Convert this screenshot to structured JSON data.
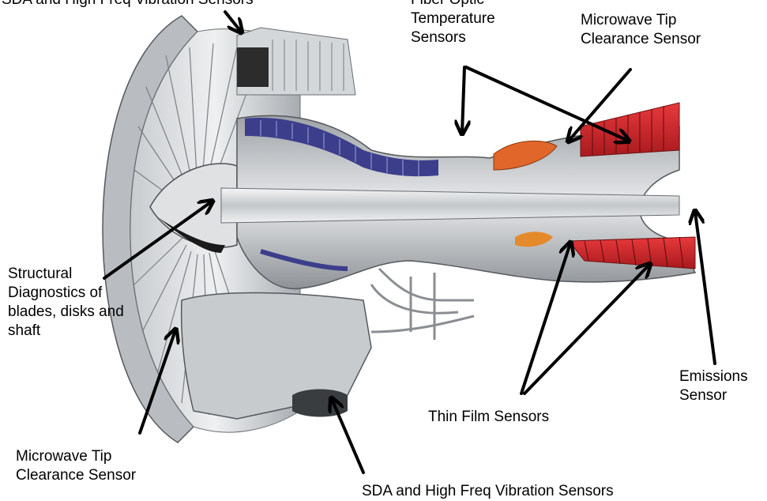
{
  "labels": {
    "sda_top": "SDA and High Freq Vibration Sensors",
    "fiber_optic": "Fiber Optic\nTemperature\nSensors",
    "microwave_top": "Microwave Tip\nClearance Sensor",
    "structural": "Structural\nDiagnostics of\nblades, disks and\nshaft",
    "microwave_bottom": "Microwave Tip\nClearance Sensor",
    "sda_bottom": "SDA and High Freq Vibration Sensors",
    "thin_film": "Thin Film Sensors",
    "emissions": "Emissions\nSensor"
  },
  "colors": {
    "metal_light": "#e2e4e6",
    "metal_mid": "#b4b8bc",
    "metal_dark": "#6e7276",
    "compressor_blue": "#3c3e8c",
    "combustor_orange": "#e0662a",
    "turbine_red": "#d4252b",
    "arrow": "#000000"
  }
}
